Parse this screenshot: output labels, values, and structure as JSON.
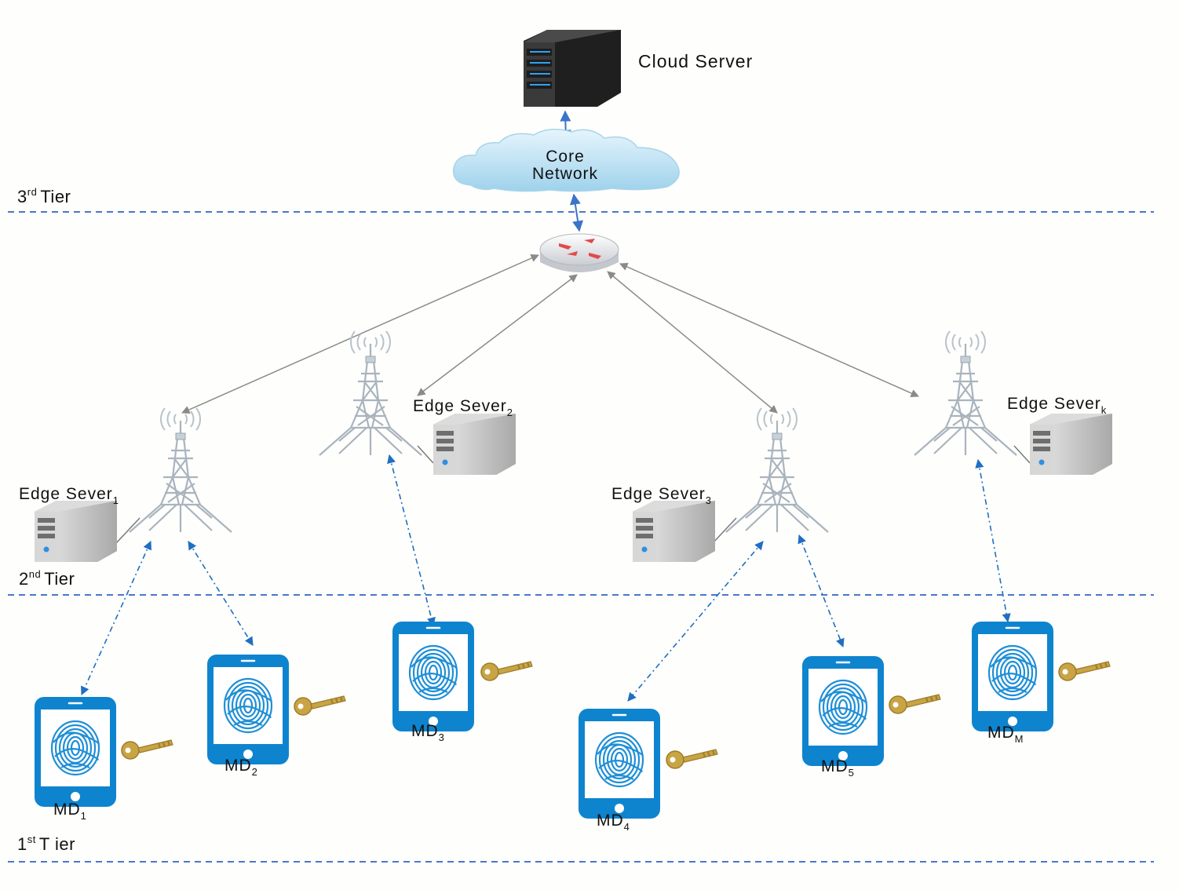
{
  "cloud_server": {
    "label": "Cloud Server"
  },
  "core_network": {
    "line1": "Core",
    "line2": "Network"
  },
  "tiers": [
    {
      "num": "3",
      "sup": "rd",
      "word": "Tier"
    },
    {
      "num": "2",
      "sup": "nd",
      "word": "Tier"
    },
    {
      "num": "1",
      "sup": "st",
      "word": "T ier"
    }
  ],
  "edge_servers": [
    {
      "base": "Edge Sever",
      "sub": "1"
    },
    {
      "base": "Edge Sever",
      "sub": "2"
    },
    {
      "base": "Edge Sever",
      "sub": "3"
    },
    {
      "base": "Edge Sever",
      "sub": "k"
    }
  ],
  "mobile_devices": [
    {
      "base": "MD",
      "sub": "1"
    },
    {
      "base": "MD",
      "sub": "2"
    },
    {
      "base": "MD",
      "sub": "3"
    },
    {
      "base": "MD",
      "sub": "4"
    },
    {
      "base": "MD",
      "sub": "5"
    },
    {
      "base": "MD",
      "sub": "M"
    }
  ],
  "colors": {
    "tier_divider": "#4a77c9",
    "tier_link": "#1f6fc2",
    "backbone_link": "#8a8a8a",
    "core_link": "#3b73c9",
    "phone_body": "#0e84cf",
    "fingerprint": "#1f8fd6",
    "key": "#c9a445",
    "server_dark": "#2f2f2f",
    "server_light": "#c9c9c9",
    "tower": "#b5bfc8",
    "cloud": "#bfe2f3",
    "router_arrow": "#e24a4a"
  },
  "icons": {
    "cloud_server": "rack-server-icon",
    "core_network": "cloud-icon",
    "router": "router-icon",
    "tower": "cell-tower-icon",
    "edge_server": "tower-server-icon",
    "mobile_device": "smartphone-icon",
    "fingerprint": "fingerprint-icon",
    "key": "key-icon"
  }
}
